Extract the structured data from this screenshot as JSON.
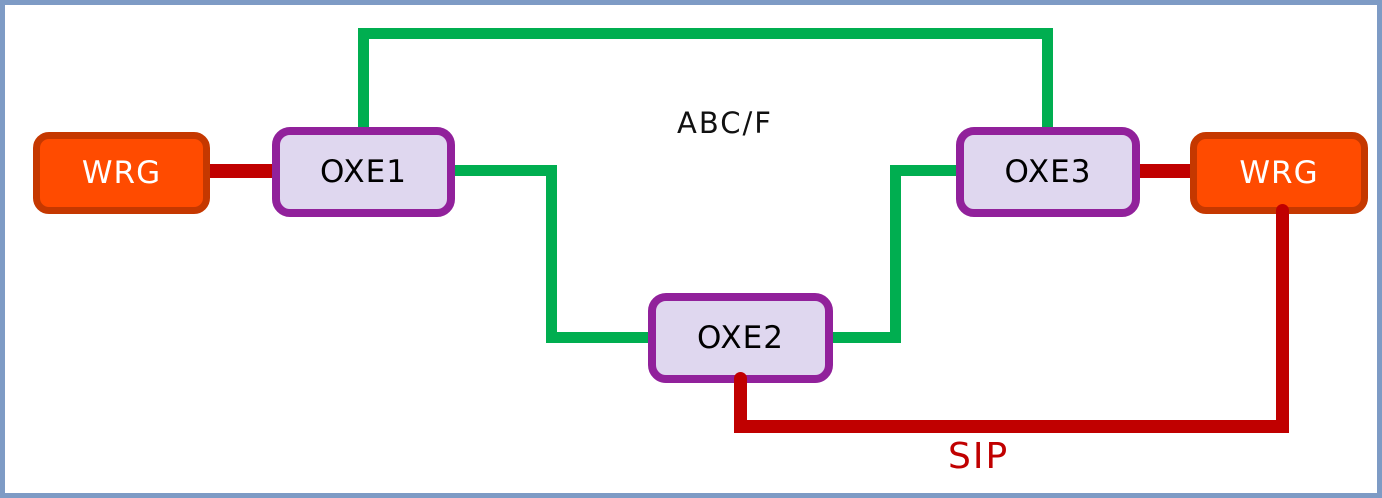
{
  "frame": {
    "background": "#FFFFFF",
    "border_color": "#7E9BC5"
  },
  "nodes": [
    {
      "id": "wrg-left",
      "label": "WRG",
      "kind": "gateway",
      "fill": "#FF4B00",
      "border": "#C53800",
      "text_color": "#FFFFFF"
    },
    {
      "id": "oxe1",
      "label": "OXE1",
      "kind": "pbx",
      "fill": "#DFD7EF",
      "border": "#91219B",
      "text_color": "#000000"
    },
    {
      "id": "oxe2",
      "label": "OXE2",
      "kind": "pbx",
      "fill": "#DFD7EF",
      "border": "#91219B",
      "text_color": "#000000"
    },
    {
      "id": "oxe3",
      "label": "OXE3",
      "kind": "pbx",
      "fill": "#DFD7EF",
      "border": "#91219B",
      "text_color": "#000000"
    },
    {
      "id": "wrg-right",
      "label": "WRG",
      "kind": "gateway",
      "fill": "#FF4B00",
      "border": "#C53800",
      "text_color": "#FFFFFF"
    }
  ],
  "links": [
    {
      "id": "abcf",
      "label": "ABC/F",
      "color": "#00AE50",
      "connects": [
        "OXE1",
        "OXE2",
        "OXE3"
      ]
    },
    {
      "id": "sip",
      "label": "SIP",
      "color": "#C00000",
      "connects": [
        "WRG-left",
        "OXE1",
        "OXE3",
        "WRG-right",
        "OXE2"
      ]
    }
  ]
}
